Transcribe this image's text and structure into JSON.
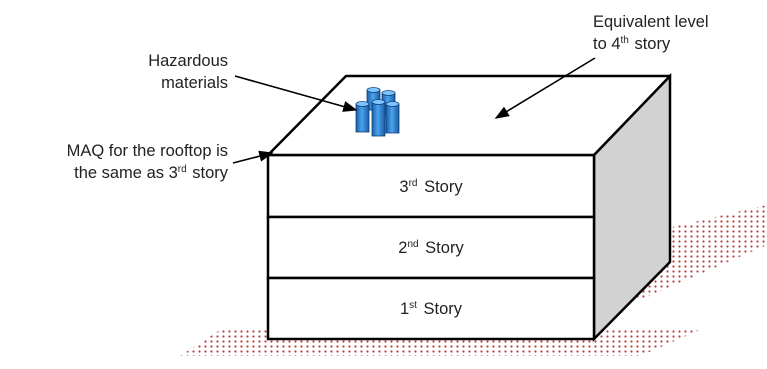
{
  "diagram": {
    "annotations": {
      "equivalent": {
        "line1": "Equivalent level",
        "line2_prefix": "to 4",
        "line2_sup": "th",
        "line2_suffix": " story"
      },
      "hazardous": {
        "line1": "Hazardous",
        "line2": "materials"
      },
      "maq": {
        "line1": "MAQ for the rooftop is",
        "line2_prefix": "the same as 3",
        "line2_sup": "rd",
        "line2_suffix": " story"
      }
    },
    "stories": [
      {
        "num": "3",
        "sup": "rd",
        "text": " Story"
      },
      {
        "num": "2",
        "sup": "nd",
        "text": " Story"
      },
      {
        "num": "1",
        "sup": "st",
        "text": " Story"
      }
    ],
    "colors": {
      "outline": "#000000",
      "side_face": "#d2d2d2",
      "drum_fill": "#2e86d4",
      "ground_dots": "#b01a1a"
    }
  }
}
